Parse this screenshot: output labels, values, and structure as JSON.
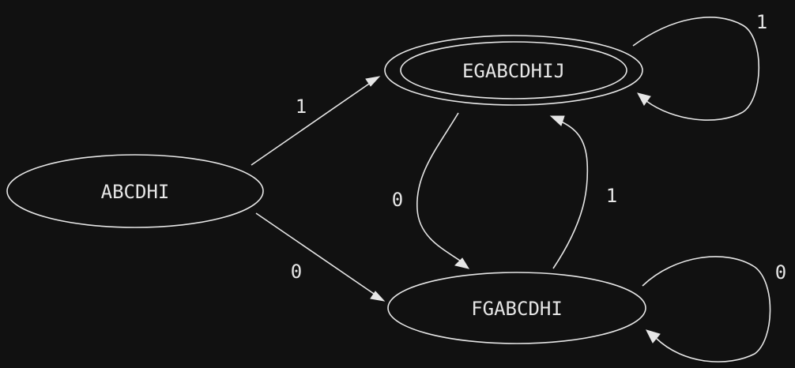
{
  "nodes": {
    "start": {
      "label": "ABCDHI"
    },
    "accept": {
      "label": "EGABCDHIJ"
    },
    "other": {
      "label": "FGABCDHI"
    }
  },
  "edges": {
    "start_to_accept": {
      "label": "1"
    },
    "start_to_other": {
      "label": "0"
    },
    "accept_to_other": {
      "label": "0"
    },
    "other_to_accept": {
      "label": "1"
    },
    "accept_loop": {
      "label": "1"
    },
    "other_loop": {
      "label": "0"
    }
  },
  "colors": {
    "background": "#111111",
    "stroke": "#e6e6e6"
  }
}
